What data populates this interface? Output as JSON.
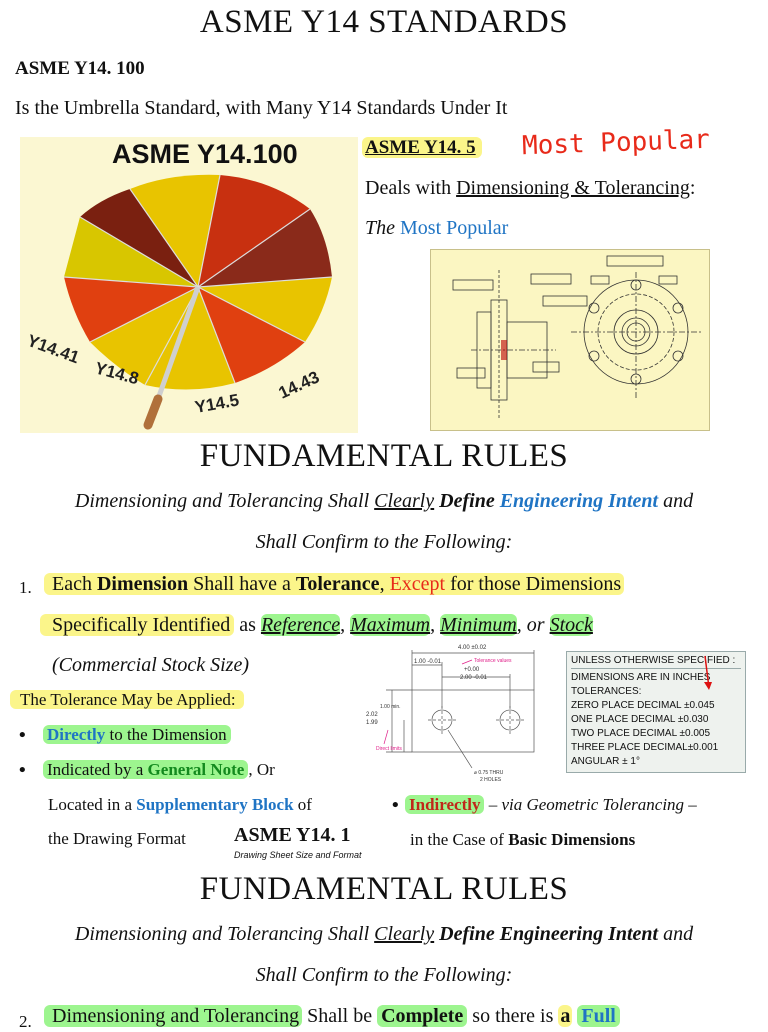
{
  "title": "ASME Y14 STANDARDS",
  "y14_100": {
    "heading": "ASME Y14. 100",
    "desc": "Is the Umbrella Standard, with Many Y14 Standards Under It",
    "umbrella_caption": "ASME Y14.100",
    "umbrella_labels": [
      "Y14.41",
      "Y14.8",
      "Y14.5",
      "14.43"
    ]
  },
  "y14_5": {
    "heading": "ASME Y14. 5",
    "handwritten_note": "Most Popular",
    "deals_prefix": "Deals with ",
    "deals_topic": "Dimensioning & Tolerancing",
    "deals_suffix": ":",
    "the": "The ",
    "most_popular": "Most Popular"
  },
  "section1": {
    "heading": "FUNDAMENTAL RULES",
    "intro": {
      "p1": "Dimensioning and Tolerancing Shall ",
      "clearly": "Clearly",
      "define": " Define ",
      "engineering_intent": "Engineering Intent",
      "and": " and",
      "line2": "Shall Confirm to the Following:"
    },
    "rule1": {
      "number": "1.",
      "each": "Each ",
      "dimension": "Dimension",
      "shall_have": " Shall have a ",
      "tolerance": "Tolerance",
      "comma": ",",
      "except": "Except",
      "for_those": " for those Dimensions",
      "specifically": "Specifically Identified",
      "as": " as ",
      "reference": "Reference",
      "maximum": "Maximum",
      "minimum": "Minimum",
      "or": ", or ",
      "stock": "Stock",
      "commercial": "(Commercial Stock Size)"
    },
    "applied": {
      "label": "The Tolerance May be Applied:",
      "directly": "Directly",
      "to_dimension": " to the Dimension",
      "indicated": "Indicated by a ",
      "general_note": "General Note",
      "or": ", Or",
      "located": "Located in a ",
      "supplementary": "Supplementary Block",
      "of": " of",
      "drawing_format": "the Drawing Format",
      "y14_1": "ASME Y14. 1",
      "y14_1_sub": "Drawing Sheet Size and Format",
      "indirectly": "Indirectly",
      "via": " – via Geometric Tolerancing –",
      "in_case": "in the Case of ",
      "basic": "Basic Dimensions"
    },
    "fig_dims": {
      "top": "4.00 ±0.02",
      "a": "1.00 -0.01",
      "b": "+0.00",
      "c": "2.00 -0.01",
      "tol_values": "Tolerance values",
      "min": "1.00 min.",
      "lim1": "2.02",
      "lim2": "1.99",
      "direct_limits": "Direct limits",
      "holes": "⌀ 0.75 THRU",
      "holes2": "2 HOLES"
    },
    "general_note_box": {
      "lines": [
        "UNLESS OTHERWISE SPECIFIED :",
        "DIMENSIONS ARE IN INCHES",
        "TOLERANCES:",
        "ZERO PLACE DECIMAL  ±0.045",
        "ONE PLACE DECIMAL   ±0.030",
        "TWO PLACE DECIMAL   ±0.005",
        "THREE PLACE DECIMAL±0.001",
        "ANGULAR ± 1°"
      ]
    }
  },
  "section2": {
    "heading": "FUNDAMENTAL RULES",
    "intro": {
      "p1": "Dimensioning and Tolerancing Shall ",
      "clearly": "Clearly",
      "define": " Define Engineering Intent",
      "and": " and",
      "line2": "Shall Confirm to the Following:"
    },
    "rule2": {
      "number": "2.",
      "dt": "Dimensioning and Tolerancing",
      "shall_be": " Shall be ",
      "complete": "Complete",
      "so": " so there is ",
      "a": "a",
      "full": "Full"
    }
  },
  "colors": {
    "highlight_yellow": "#fbf58a",
    "highlight_green": "#9df58f",
    "blue": "#1f74c4",
    "red": "#e82a1a",
    "drawing_bg": "#fbf6c2"
  }
}
